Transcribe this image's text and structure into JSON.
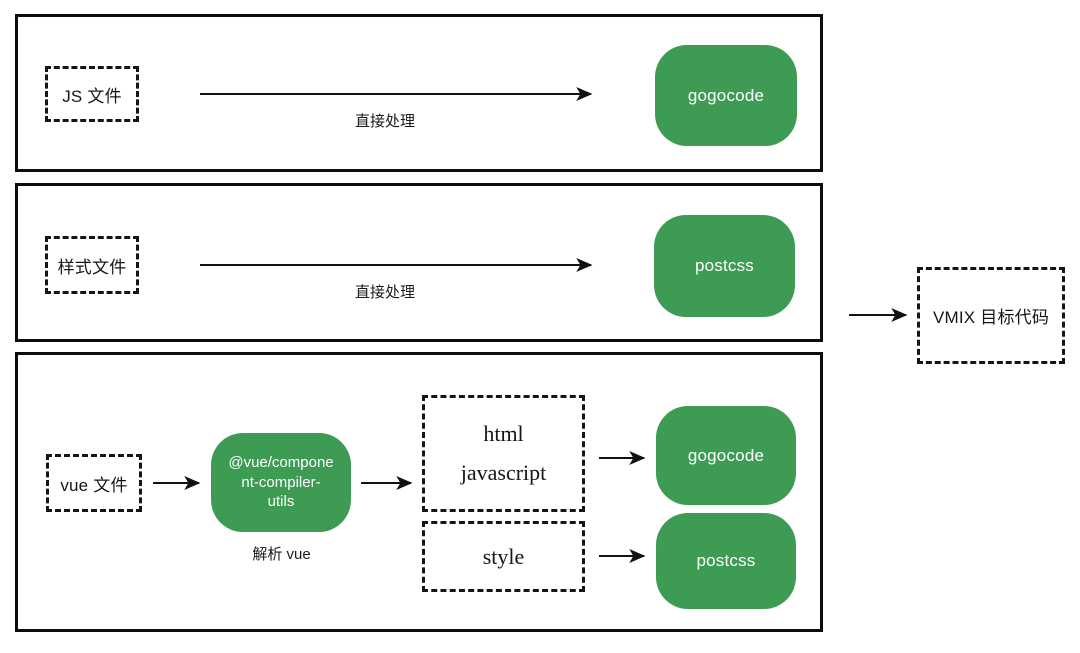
{
  "diagram": {
    "accent_green": "#3d9b53",
    "target": {
      "label": "VMIX 目标代码"
    },
    "lane_js": {
      "source": "JS 文件",
      "arrow_label": "直接处理",
      "processor": "gogocode"
    },
    "lane_style": {
      "source": "样式文件",
      "arrow_label": "直接处理",
      "processor": "postcss"
    },
    "lane_vue": {
      "source": "vue 文件",
      "compiler": "@vue/component-compiler-utils",
      "compiler_lines": [
        "@vue/compone",
        "nt-compiler-",
        "utils"
      ],
      "compiler_caption": "解析 vue",
      "branch_html_js": {
        "line1": "html",
        "line2": "javascript",
        "processor": "gogocode"
      },
      "branch_style": {
        "line1": "style",
        "processor": "postcss"
      }
    }
  }
}
